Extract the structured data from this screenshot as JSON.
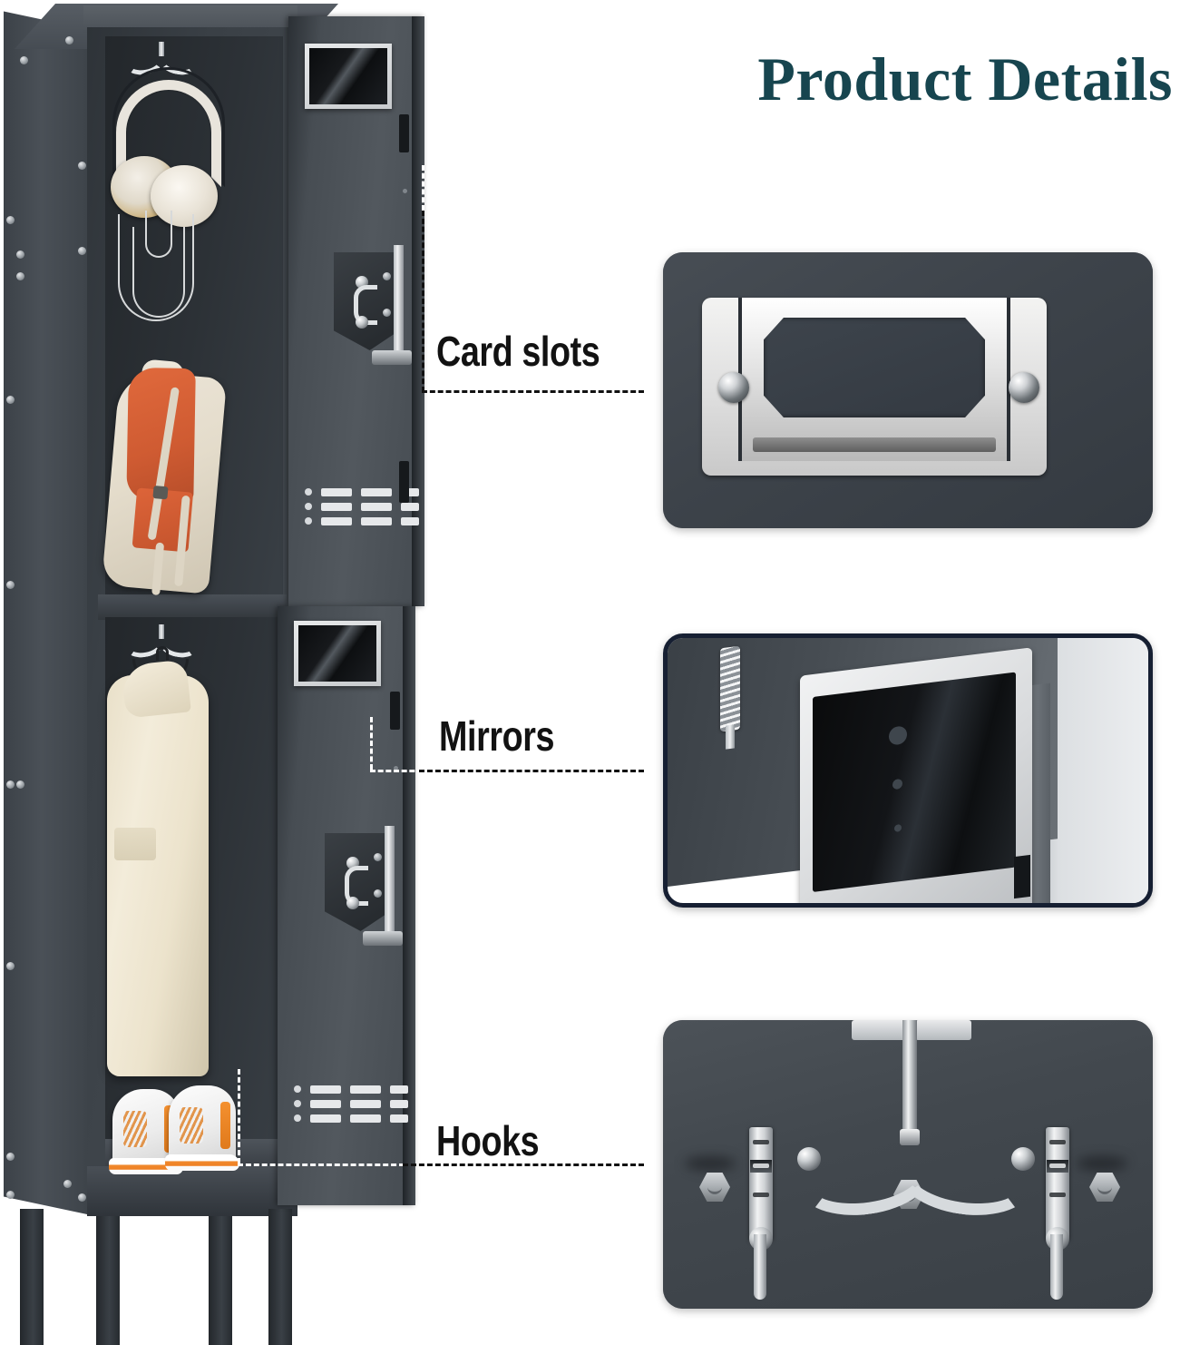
{
  "page": {
    "title": "Product Details",
    "title_color": "#17454f",
    "background": "#ffffff"
  },
  "product": {
    "name": "Metal storage locker",
    "body_color": "#3a4046",
    "accent_color": "#e0693c"
  },
  "callouts": [
    {
      "id": "card-slots",
      "label": "Card slots",
      "icon": "card-slot-icon"
    },
    {
      "id": "mirrors",
      "label": "Mirrors",
      "icon": "mirror-icon"
    },
    {
      "id": "hooks",
      "label": "Hooks",
      "icon": "hook-icon"
    }
  ],
  "panels": [
    {
      "id": "card-slot-panel",
      "caption": "Card slots",
      "background": "#3e444b",
      "accent": "#dedede"
    },
    {
      "id": "mirror-panel",
      "caption": "Mirrors",
      "background": "#0d1422",
      "border": "#161f32"
    },
    {
      "id": "hook-panel",
      "caption": "Hooks",
      "background": "#42484e",
      "accent": "#d6dadd"
    }
  ],
  "locker_contents": [
    {
      "id": "headphones",
      "compartment": "upper",
      "icon": "headphones-icon"
    },
    {
      "id": "backpack",
      "compartment": "upper",
      "icon": "backpack-icon"
    },
    {
      "id": "jacket",
      "compartment": "lower",
      "icon": "jacket-icon"
    },
    {
      "id": "sneakers",
      "compartment": "lower",
      "icon": "sneaker-icon"
    }
  ]
}
